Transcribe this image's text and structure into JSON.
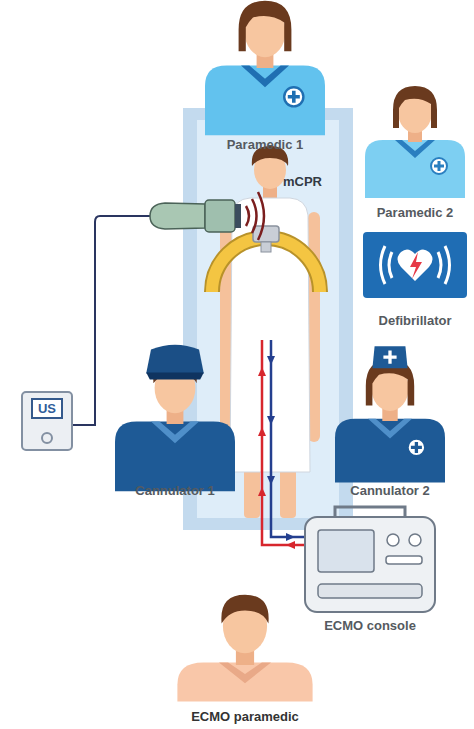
{
  "diagram": {
    "nodes": [
      {
        "text": [
          "Paramedic 1"
        ]
      },
      {
        "text": [
          "Paramedic 2"
        ]
      },
      {
        "text": [
          "Defibrillator"
        ]
      },
      {
        "text": [
          "US"
        ]
      },
      {
        "text": [
          "Cannulator 1"
        ]
      },
      {
        "text": [
          "Cannulator 2"
        ]
      },
      {
        "text": [
          "ECMO console"
        ]
      },
      {
        "text": [
          "ECMO paramedic"
        ]
      }
    ],
    "labels": [
      "mCPR"
    ]
  }
}
